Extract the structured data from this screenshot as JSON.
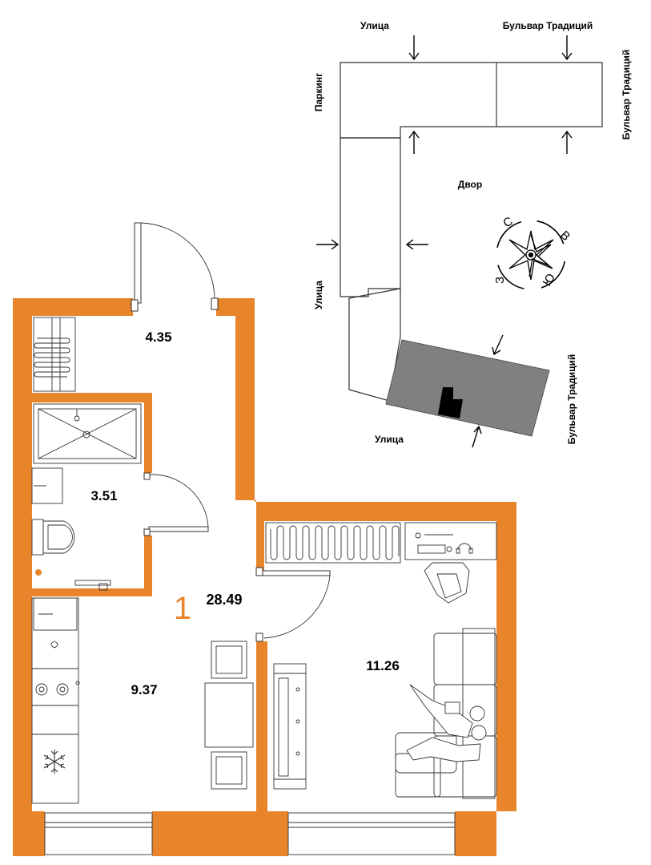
{
  "site_plan": {
    "streets": {
      "top_left": "Улица",
      "top_right": "Бульвар Традиций",
      "right_top": "Бульвар Традиций",
      "left_top": "Паркинг",
      "left_bottom": "Улица",
      "right_bottom": "Бульвар Традиций",
      "bottom": "Улица"
    },
    "courtyard": "Двор",
    "compass": {
      "north": "С",
      "east": "В",
      "south": "Ю",
      "west": "З"
    },
    "highlight_color": "#808080"
  },
  "apartment": {
    "rooms_count": "1",
    "total_area": "28.49",
    "areas": {
      "hallway": "4.35",
      "bathroom": "3.51",
      "kitchen": "9.37",
      "living_room": "11.26"
    },
    "wall_color": "#e8842a"
  }
}
